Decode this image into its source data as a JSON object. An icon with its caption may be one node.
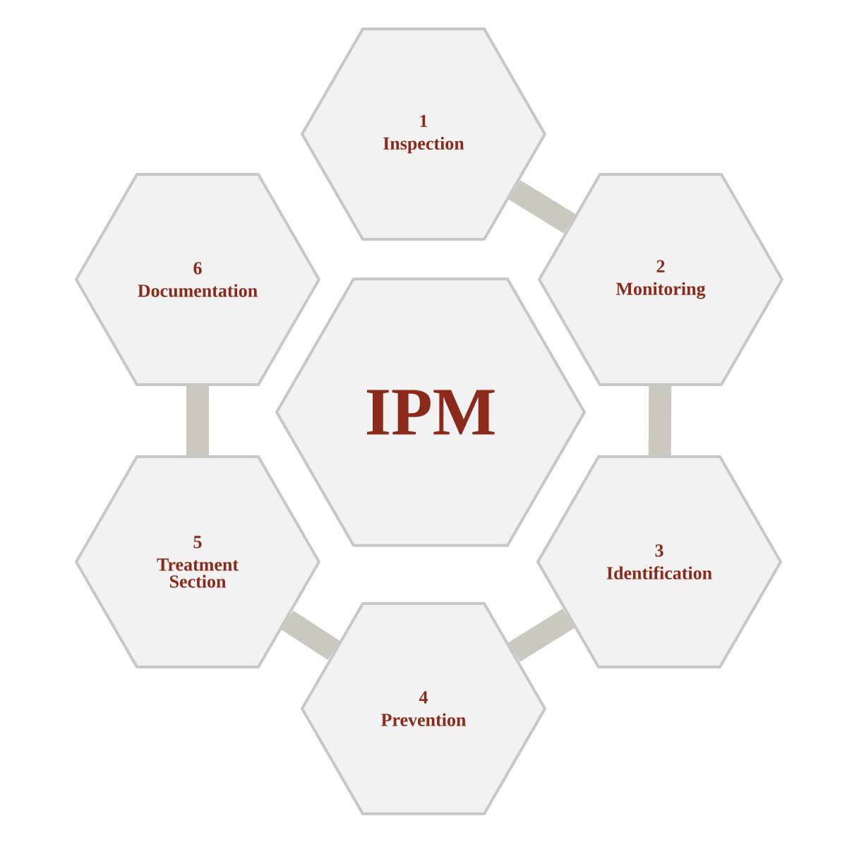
{
  "diagram": {
    "nodes": [
      {
        "text": [
          "1",
          "Inspection"
        ]
      },
      {
        "text": [
          "2",
          "Monitoring"
        ]
      },
      {
        "text": [
          "3",
          "Identification"
        ]
      },
      {
        "text": [
          "4",
          "Prevention"
        ]
      },
      {
        "text": [
          "5",
          "Treatment Section"
        ]
      },
      {
        "text": [
          "6",
          "Documentation"
        ]
      },
      {
        "text": [
          "IPM"
        ]
      }
    ],
    "edges": [
      {
        "from": 0,
        "to": 1,
        "arrow": "none"
      },
      {
        "from": 1,
        "to": 2,
        "arrow": "none"
      },
      {
        "from": 2,
        "to": 3,
        "arrow": "none"
      },
      {
        "from": 3,
        "to": 4,
        "arrow": "none"
      },
      {
        "from": 4,
        "to": 5,
        "arrow": "none"
      }
    ]
  }
}
